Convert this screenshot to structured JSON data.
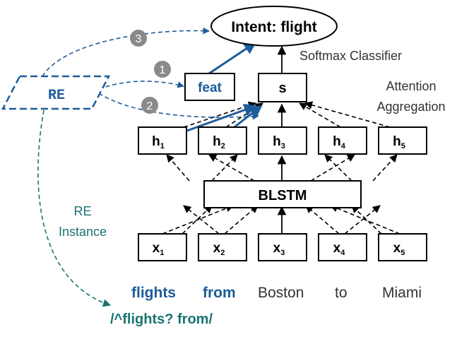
{
  "intent_label": "Intent: flight",
  "softmax_label": "Softmax Classifier",
  "attention_label_1": "Attention",
  "attention_label_2": "Aggregation",
  "s_label": "s",
  "feat_label": "feat",
  "re_label": "RE",
  "re_instance_1": "RE",
  "re_instance_2": "Instance",
  "blstm_label": "BLSTM",
  "markers": [
    "1",
    "2",
    "3"
  ],
  "hidden": [
    {
      "base": "h",
      "sub": "1"
    },
    {
      "base": "h",
      "sub": "2"
    },
    {
      "base": "h",
      "sub": "3"
    },
    {
      "base": "h",
      "sub": "4"
    },
    {
      "base": "h",
      "sub": "5"
    }
  ],
  "inputs": [
    {
      "base": "x",
      "sub": "1"
    },
    {
      "base": "x",
      "sub": "2"
    },
    {
      "base": "x",
      "sub": "3"
    },
    {
      "base": "x",
      "sub": "4"
    },
    {
      "base": "x",
      "sub": "5"
    }
  ],
  "sentence": [
    "flights",
    "from",
    "Boston",
    "to",
    "Miami"
  ],
  "regex": "/^flights? from/",
  "colors": {
    "blue": "#1d5c99",
    "teal": "#1a7373",
    "marker": "#8a8a8a",
    "black": "#000000"
  }
}
